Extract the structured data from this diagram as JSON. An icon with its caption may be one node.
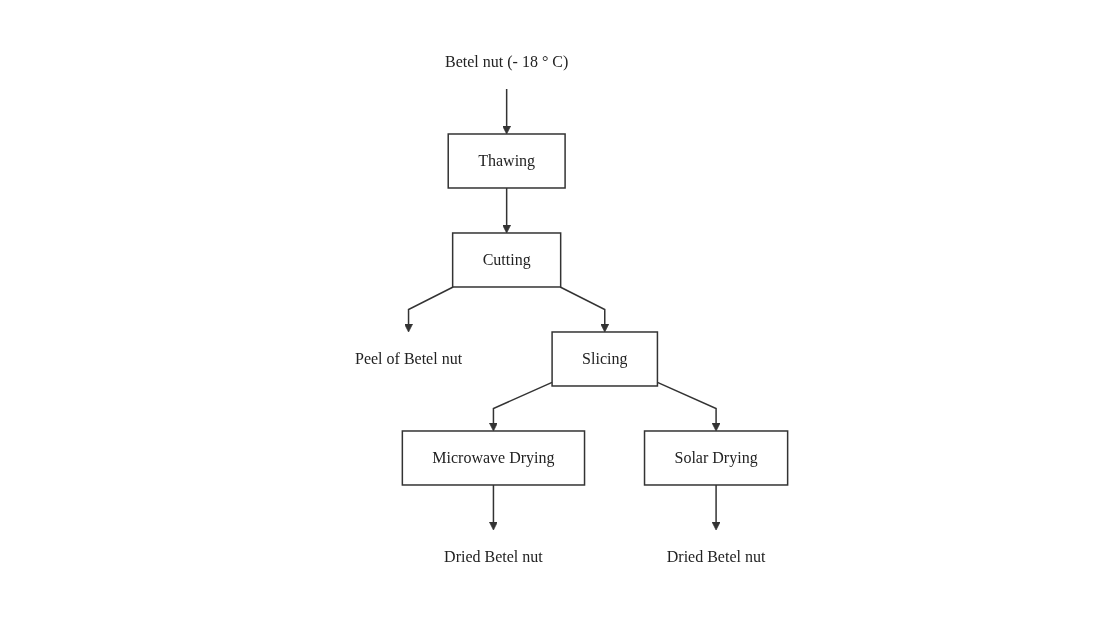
{
  "diagram": {
    "nodes": [
      {
        "text": [
          "Betel nut (- 18 ° C)"
        ]
      },
      {
        "text": [
          "Thawing"
        ]
      },
      {
        "text": [
          "Cutting"
        ]
      },
      {
        "text": [
          "Peel of Betel nut"
        ]
      },
      {
        "text": [
          "Slicing"
        ]
      },
      {
        "text": [
          "Microwave Drying"
        ]
      },
      {
        "text": [
          "Solar Drying"
        ]
      },
      {
        "text": [
          "Dried Betel nut"
        ]
      },
      {
        "text": [
          "Dried Betel nut"
        ]
      }
    ],
    "edges": [
      {
        "from": 0,
        "to": 1,
        "arrow": "to"
      },
      {
        "from": 1,
        "to": 2,
        "arrow": "to"
      },
      {
        "from": 2,
        "to": 4,
        "arrow": "to"
      },
      {
        "from": 2,
        "to": 3,
        "arrow": "to"
      },
      {
        "from": 4,
        "to": 5,
        "arrow": "to"
      },
      {
        "from": 4,
        "to": 6,
        "arrow": "to"
      },
      {
        "from": 5,
        "to": 7,
        "arrow": "to"
      },
      {
        "from": 6,
        "to": 8,
        "arrow": "to"
      }
    ]
  }
}
